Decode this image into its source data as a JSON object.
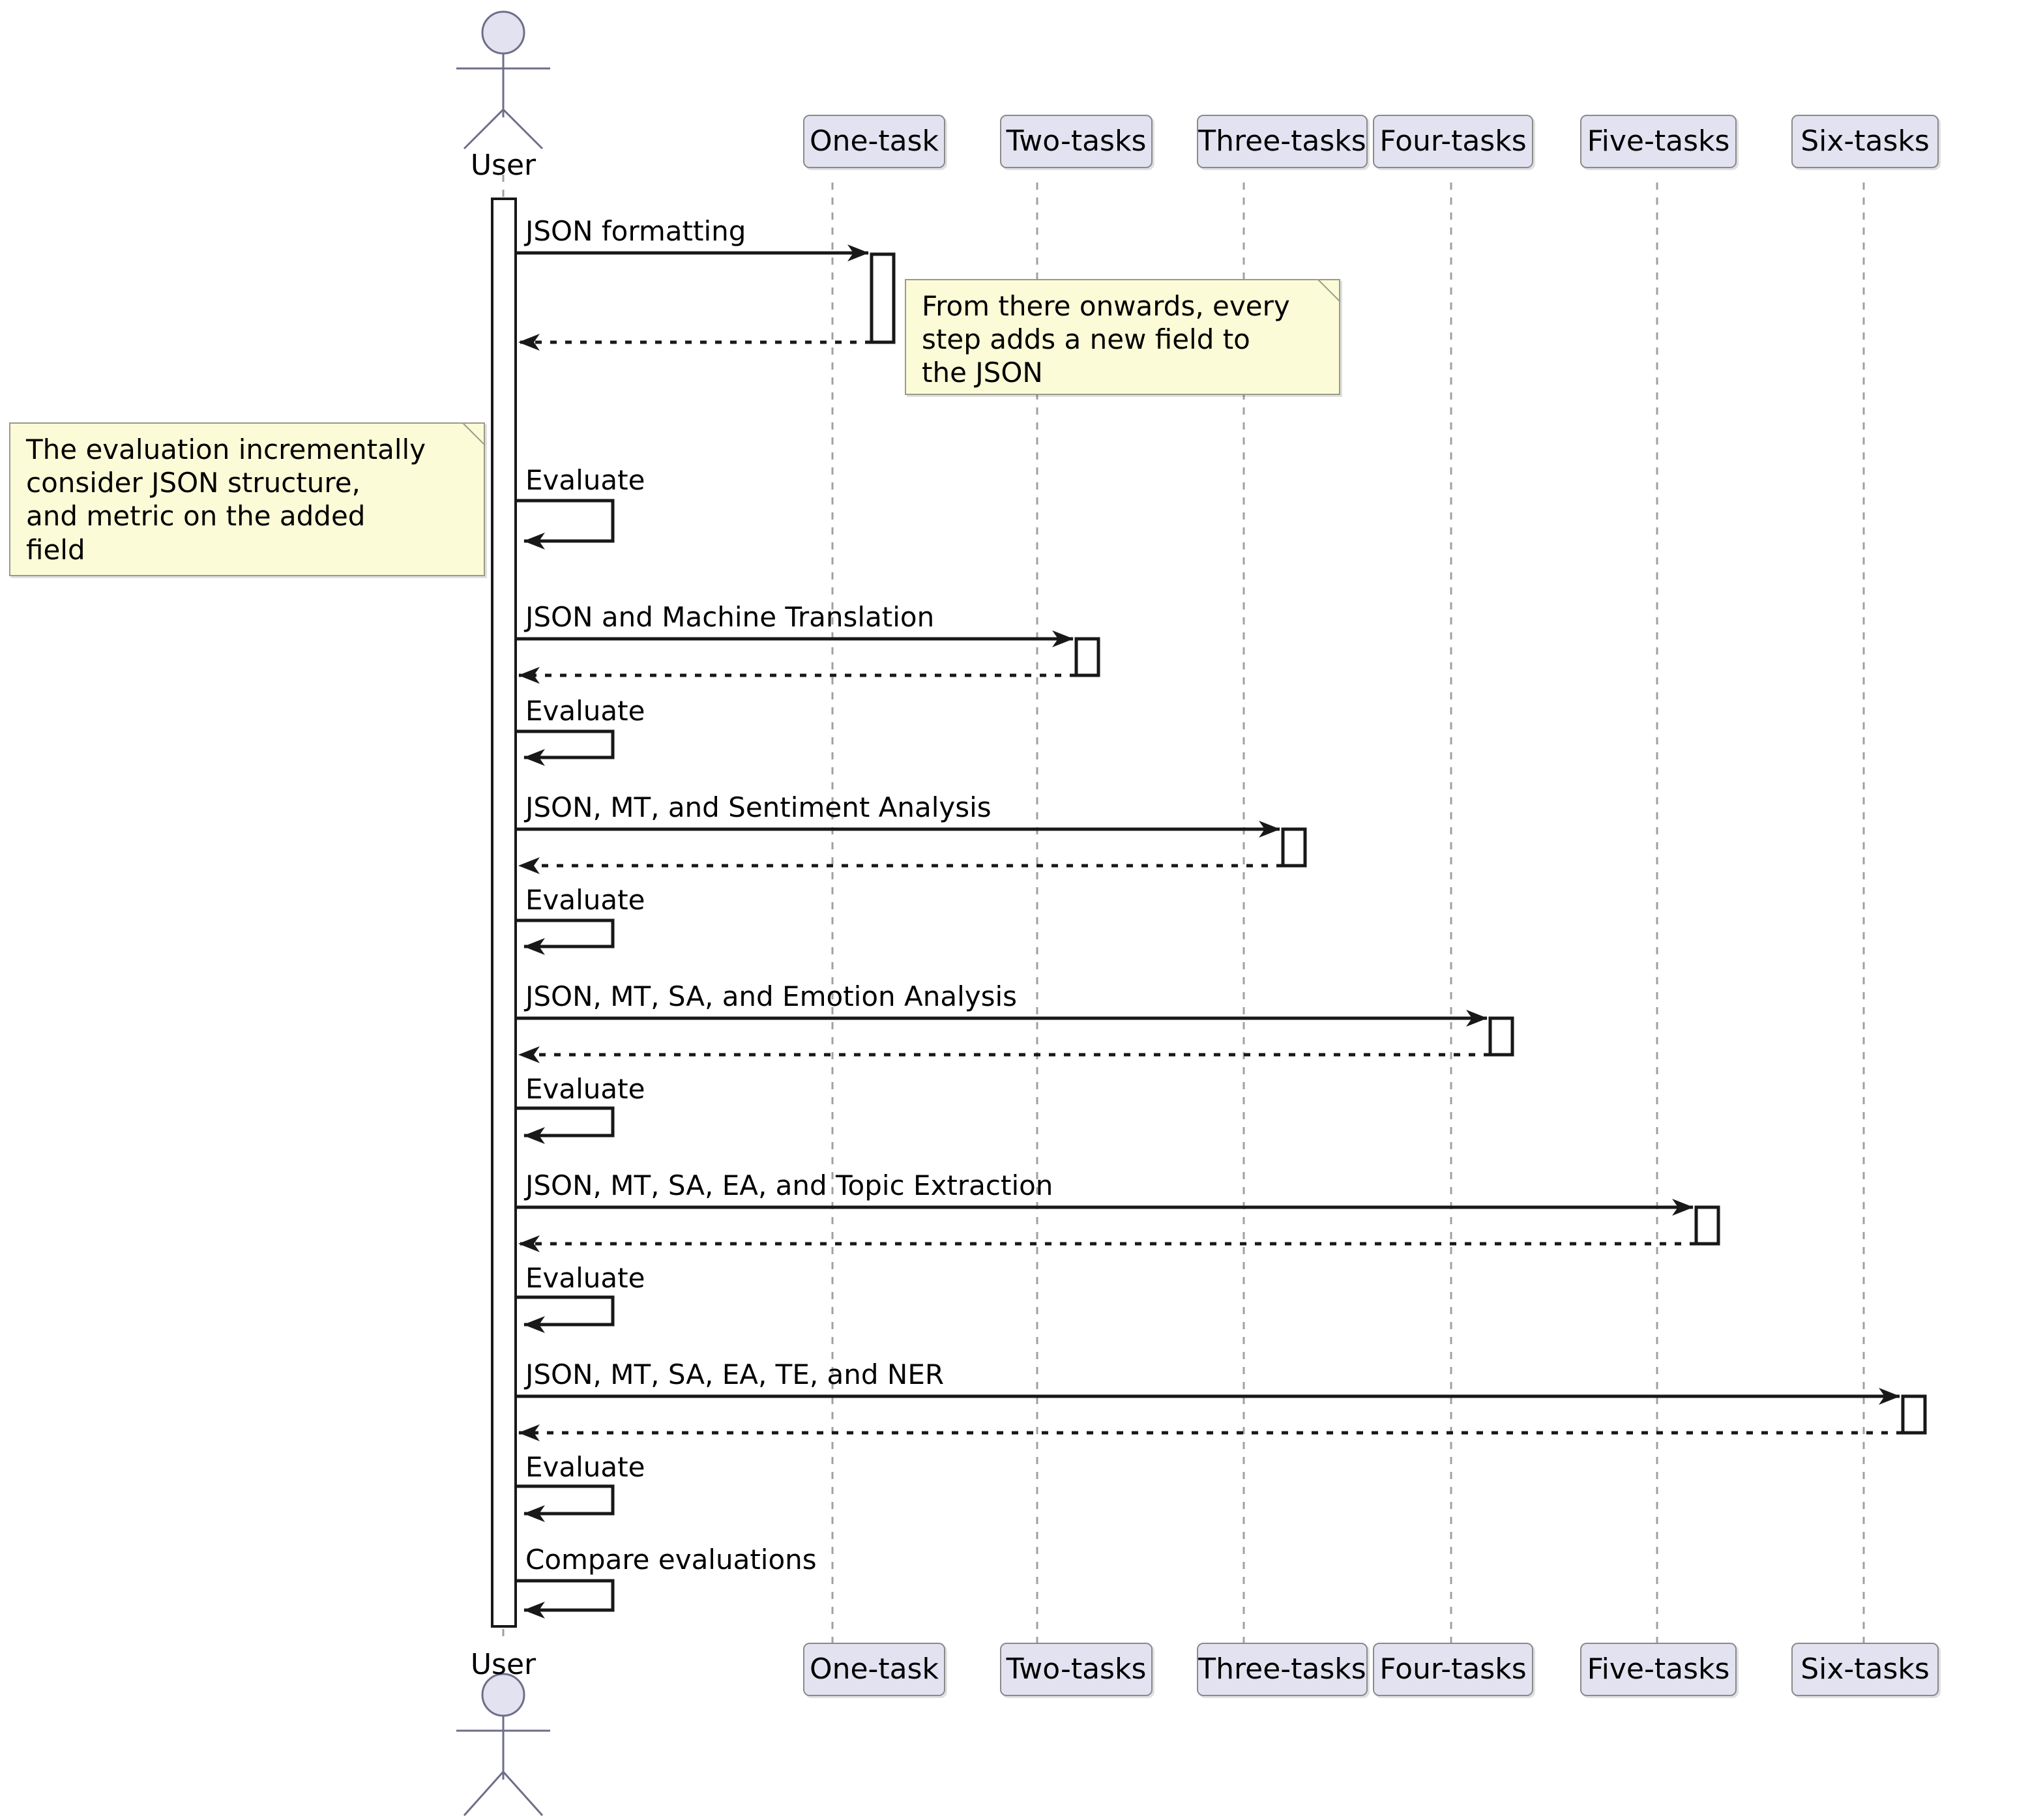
{
  "diagram": {
    "type": "uml-sequence-diagram",
    "title": "",
    "background_color": "#FFFFFF",
    "participant_fill": "#E2E2F0",
    "participant_border": "#8A8A8A",
    "note_fill": "#FBFBD7",
    "note_border": "#9A9A8A",
    "line_color": "#181818"
  },
  "actor": {
    "name": "User",
    "label_top": "User",
    "label_bottom": "User",
    "head_fill": "#E2E2F0",
    "head_stroke": "#8A8A8A"
  },
  "participants": [
    {
      "id": "one",
      "label": "One-task"
    },
    {
      "id": "two",
      "label": "Two-tasks"
    },
    {
      "id": "three",
      "label": "Three-tasks"
    },
    {
      "id": "four",
      "label": "Four-tasks"
    },
    {
      "id": "five",
      "label": "Five-tasks"
    },
    {
      "id": "six",
      "label": "Six-tasks"
    }
  ],
  "messages": [
    {
      "index": 0,
      "label": "JSON formatting",
      "from": "User",
      "to": "One-task",
      "kind": "call"
    },
    {
      "index": 1,
      "label": "",
      "from": "One-task",
      "to": "User",
      "kind": "return"
    },
    {
      "index": 2,
      "label": "Evaluate",
      "from": "User",
      "to": "User",
      "kind": "self"
    },
    {
      "index": 3,
      "label": "JSON and Machine Translation",
      "from": "User",
      "to": "Two-tasks",
      "kind": "call"
    },
    {
      "index": 4,
      "label": "",
      "from": "Two-tasks",
      "to": "User",
      "kind": "return"
    },
    {
      "index": 5,
      "label": "Evaluate",
      "from": "User",
      "to": "User",
      "kind": "self"
    },
    {
      "index": 6,
      "label": "JSON, MT, and Sentiment Analysis",
      "from": "User",
      "to": "Three-tasks",
      "kind": "call"
    },
    {
      "index": 7,
      "label": "",
      "from": "Three-tasks",
      "to": "User",
      "kind": "return"
    },
    {
      "index": 8,
      "label": "Evaluate",
      "from": "User",
      "to": "User",
      "kind": "self"
    },
    {
      "index": 9,
      "label": "JSON, MT, SA, and Emotion Analysis",
      "from": "User",
      "to": "Four-tasks",
      "kind": "call"
    },
    {
      "index": 10,
      "label": "",
      "from": "Four-tasks",
      "to": "User",
      "kind": "return"
    },
    {
      "index": 11,
      "label": "Evaluate",
      "from": "User",
      "to": "User",
      "kind": "self"
    },
    {
      "index": 12,
      "label": "JSON, MT, SA, EA, and Topic Extraction",
      "from": "User",
      "to": "Five-tasks",
      "kind": "call"
    },
    {
      "index": 13,
      "label": "",
      "from": "Five-tasks",
      "to": "User",
      "kind": "return"
    },
    {
      "index": 14,
      "label": "Evaluate",
      "from": "User",
      "to": "User",
      "kind": "self"
    },
    {
      "index": 15,
      "label": "JSON, MT, SA, EA, TE, and NER",
      "from": "User",
      "to": "Six-tasks",
      "kind": "call"
    },
    {
      "index": 16,
      "label": "",
      "from": "Six-tasks",
      "to": "User",
      "kind": "return"
    },
    {
      "index": 17,
      "label": "Evaluate",
      "from": "User",
      "to": "User",
      "kind": "self"
    },
    {
      "index": 18,
      "label": "Compare evaluations",
      "from": "User",
      "to": "User",
      "kind": "self"
    }
  ],
  "message_labels": {
    "m0": "JSON formatting",
    "m1": "Evaluate",
    "m2": "JSON and Machine Translation",
    "m3": "Evaluate",
    "m4": "JSON, MT, and Sentiment Analysis",
    "m5": "Evaluate",
    "m6": "JSON, MT, SA, and Emotion Analysis",
    "m7": "Evaluate",
    "m8": "JSON, MT, SA, EA, and Topic Extraction",
    "m9": "Evaluate",
    "m10": "JSON, MT, SA, EA, TE, and NER",
    "m11": "Evaluate",
    "m12": "Compare evaluations"
  },
  "notes": [
    {
      "id": "note-right-of-one-task",
      "attached_to": "One-task",
      "position": "right",
      "lines": [
        "From there onwards, every",
        "step adds a new field to",
        "the JSON"
      ],
      "text": "From there onwards, every step adds a new field to the JSON"
    },
    {
      "id": "note-left-of-user",
      "attached_to": "User",
      "position": "left",
      "lines": [
        "The evaluation incrementally",
        "consider JSON structure,",
        "and metric on the added",
        "field"
      ],
      "text": "The evaluation incrementally consider JSON structure, and metric on the added field"
    }
  ]
}
